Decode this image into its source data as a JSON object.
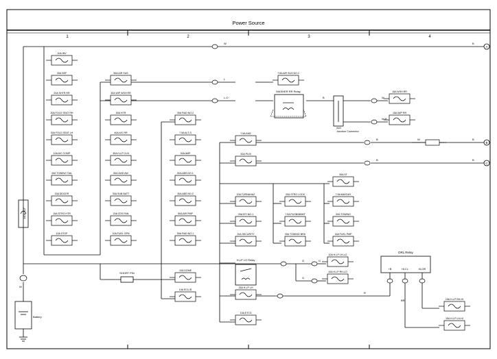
{
  "title": "Power Source",
  "columns": [
    "1",
    "2",
    "3",
    "4"
  ],
  "fuses": [
    {
      "id": "f-inv",
      "label": "10A INV"
    },
    {
      "id": "f-def",
      "label": "30A DEF"
    },
    {
      "id": "f-shtrrr",
      "label": "20A SHTR RR"
    },
    {
      "id": "f-foldrh",
      "label": "30A FOLD SEAT RH"
    },
    {
      "id": "f-foldlh",
      "label": "30A FOLD SEAT LH"
    },
    {
      "id": "f-accomp",
      "label": "10A A/C COMP"
    },
    {
      "id": "f-towtail",
      "label": "30A TOWING TAIL"
    },
    {
      "id": "f-deicer",
      "label": "20A DEICER"
    },
    {
      "id": "f-strghtr",
      "label": "15A STRG HTR"
    },
    {
      "id": "f-stop",
      "label": "10A STOP"
    },
    {
      "id": "f-airsus",
      "label": "50A AIR SUS"
    },
    {
      "id": "f-wipwshrr",
      "label": "30A WIP WSH RR"
    },
    {
      "id": "f-htr",
      "label": "50A HTR"
    },
    {
      "id": "f-acsrr",
      "label": "40A A/C RR"
    },
    {
      "id": "f-hlpcln",
      "label": "30A H-LP CLN"
    },
    {
      "id": "f-4wd",
      "label": "50A 4WD AW"
    },
    {
      "id": "f-subbatt",
      "label": "30A SUB BATT"
    },
    {
      "id": "f-cdsfan",
      "label": "20A CDS FAN"
    },
    {
      "id": "f-fuelopn",
      "label": "10A FUEL OPN"
    },
    {
      "id": "f-rad2",
      "label": "30A RAD NO.2"
    },
    {
      "id": "f-alts",
      "label": "7.5A ALT-S"
    },
    {
      "id": "f-amp",
      "label": "30A AMP"
    },
    {
      "id": "f-abs1",
      "label": "50A ABS NO.1"
    },
    {
      "id": "f-abs2",
      "label": "30A ABS NO.2"
    },
    {
      "id": "f-airpmp",
      "label": "50A AIR PMP"
    },
    {
      "id": "f-rad1",
      "label": "50A RAD NO.1"
    },
    {
      "id": "f-dome",
      "label": "10A DOME"
    },
    {
      "id": "f-ecub",
      "label": "10A ECU-B"
    },
    {
      "id": "f-airsus2",
      "label": "7.5A AIR SUS NO.2"
    },
    {
      "id": "f-am2",
      "label": "7.5A AM2"
    },
    {
      "id": "f-pi",
      "label": "30A P/I-B"
    },
    {
      "id": "f-turnhaz",
      "label": "10A TURN&HAZ"
    },
    {
      "id": "f-efi1",
      "label": "20A EFI NO.1"
    },
    {
      "id": "f-security",
      "label": "10A SECURITY"
    },
    {
      "id": "f-strglock",
      "label": "20A STRG LOCK"
    },
    {
      "id": "f-pusbmbt",
      "label": "7.5A PUSB/MBMT"
    },
    {
      "id": "f-towbrk",
      "label": "30A TOWING BRK"
    },
    {
      "id": "f-st",
      "label": "30A ST"
    },
    {
      "id": "f-mayday",
      "label": "7.5A MAYDAY"
    },
    {
      "id": "f-towing",
      "label": "30A TOWING"
    },
    {
      "id": "f-fuelpmp",
      "label": "15A FUEL PMP"
    },
    {
      "id": "f-hlplh",
      "label": "25A H-LP LH"
    },
    {
      "id": "f-etcs",
      "label": "10A ETCS"
    },
    {
      "id": "f-wshrr",
      "label": "15A WSH RR"
    },
    {
      "id": "f-wipss",
      "label": "15A WIP RR"
    },
    {
      "id": "f-hlplhlo",
      "label": "10A H-LP LH-LO"
    },
    {
      "id": "f-hlprhlo",
      "label": "10A H-LP RH-LO"
    },
    {
      "id": "f-hlprhhi",
      "label": "15A H-LP RH-HI"
    },
    {
      "id": "f-hlplhhi",
      "label": "15A H-LP LH-HI"
    }
  ],
  "main_fuse": "140A ALT",
  "short_pin": "SHORT PIN",
  "relays": {
    "washer": "WASHER RR Relay",
    "hlp": "H-LP LO Relay",
    "drl": "DRL Relay",
    "drl_pins": [
      "+B",
      "HLCL",
      "HLOR"
    ]
  },
  "junction_connector": {
    "label1": "A40",
    "label2": "Junction Connector"
  },
  "battery": "Battery",
  "offpage": [
    "A",
    "B",
    "C"
  ],
  "wire_colors": {
    "w": "W",
    "b": "B",
    "l": "L",
    "lo": "L-O",
    "g": "G",
    "wb": "W-B",
    "r": "R",
    "br": "BR"
  }
}
